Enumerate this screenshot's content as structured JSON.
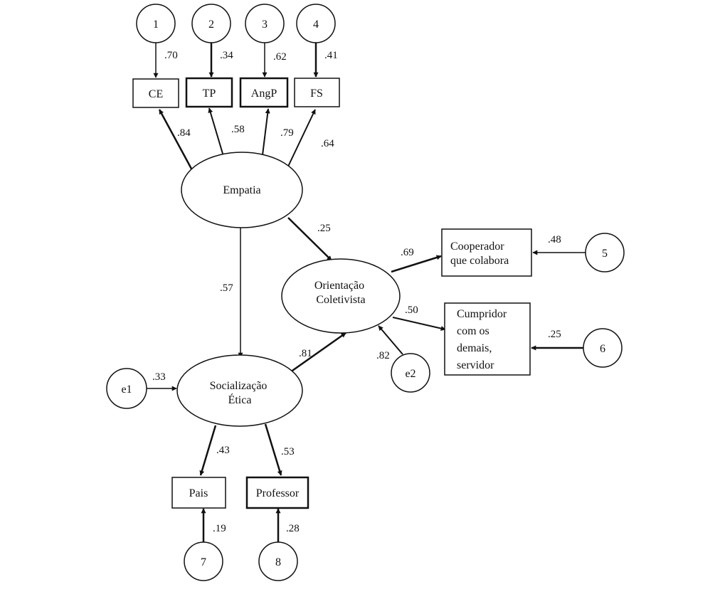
{
  "latent": {
    "empatia": [
      "Empatia"
    ],
    "orientacao": [
      "Orientação",
      "Coletivista"
    ],
    "socializacao": [
      "Socialização",
      "Ética"
    ]
  },
  "observed": {
    "ce": [
      "CE"
    ],
    "tp": [
      "TP"
    ],
    "angp": [
      "AngP"
    ],
    "fs": [
      "FS"
    ],
    "cooperador": [
      "Cooperador",
      "que colabora"
    ],
    "cumpridor": [
      "Cumpridor",
      "com os",
      "demais,",
      "servidor"
    ],
    "pais": [
      "Pais"
    ],
    "professor": [
      "Professor"
    ]
  },
  "errors": {
    "err1": "1",
    "err2": "2",
    "err3": "3",
    "err4": "4",
    "err5": "5",
    "err6": "6",
    "err7": "7",
    "err8": "8",
    "e1": "e1",
    "e2": "e2"
  },
  "coefficients": {
    "err1_ce": ".70",
    "err2_tp": ".34",
    "err3_angp": ".62",
    "err4_fs": ".41",
    "emp_ce": ".84",
    "emp_tp": ".58",
    "emp_angp": ".79",
    "emp_fs": ".64",
    "emp_orient": ".25",
    "emp_social": ".57",
    "social_orient": ".81",
    "orient_coop": ".69",
    "orient_cump": ".50",
    "err5_coop": ".48",
    "err6_cump": ".25",
    "e1_social": ".33",
    "e2_orient": ".82",
    "social_pais": ".43",
    "social_prof": ".53",
    "err7_pais": ".19",
    "err8_prof": ".28"
  }
}
